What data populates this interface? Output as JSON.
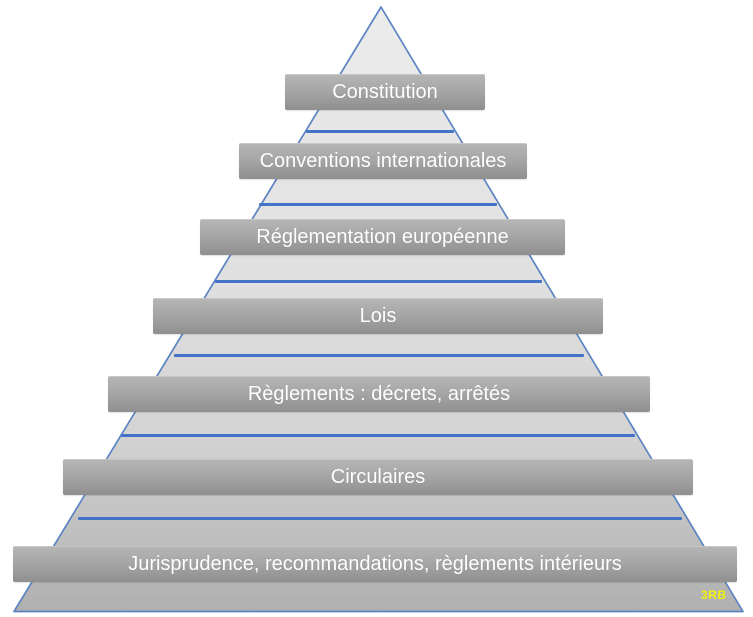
{
  "diagram": {
    "kind": "pyramid-hierarchy",
    "levels": [
      {
        "rank": 1,
        "label": "Constitution"
      },
      {
        "rank": 2,
        "label": "Conventions internationales"
      },
      {
        "rank": 3,
        "label": "Réglementation européenne"
      },
      {
        "rank": 4,
        "label": "Lois"
      },
      {
        "rank": 5,
        "label": "Règlements : décrets, arrêtés"
      },
      {
        "rank": 6,
        "label": "Circulaires"
      },
      {
        "rank": 7,
        "label": "Jurisprudence, recommandations, règlements intérieurs"
      }
    ],
    "watermark": "3RB",
    "colors": {
      "background": "#ffffff",
      "pyramid_fill_top": "#ececec",
      "pyramid_fill_bottom": "#b0b0b0",
      "pyramid_outline": "#5b84c2",
      "divider_blue": "#4472c4",
      "bar_gray_top": "#b6b6b6",
      "bar_gray_bottom": "#8f8f8f",
      "bar_text": "#ffffff",
      "watermark_yellow": "#f2f207"
    }
  }
}
